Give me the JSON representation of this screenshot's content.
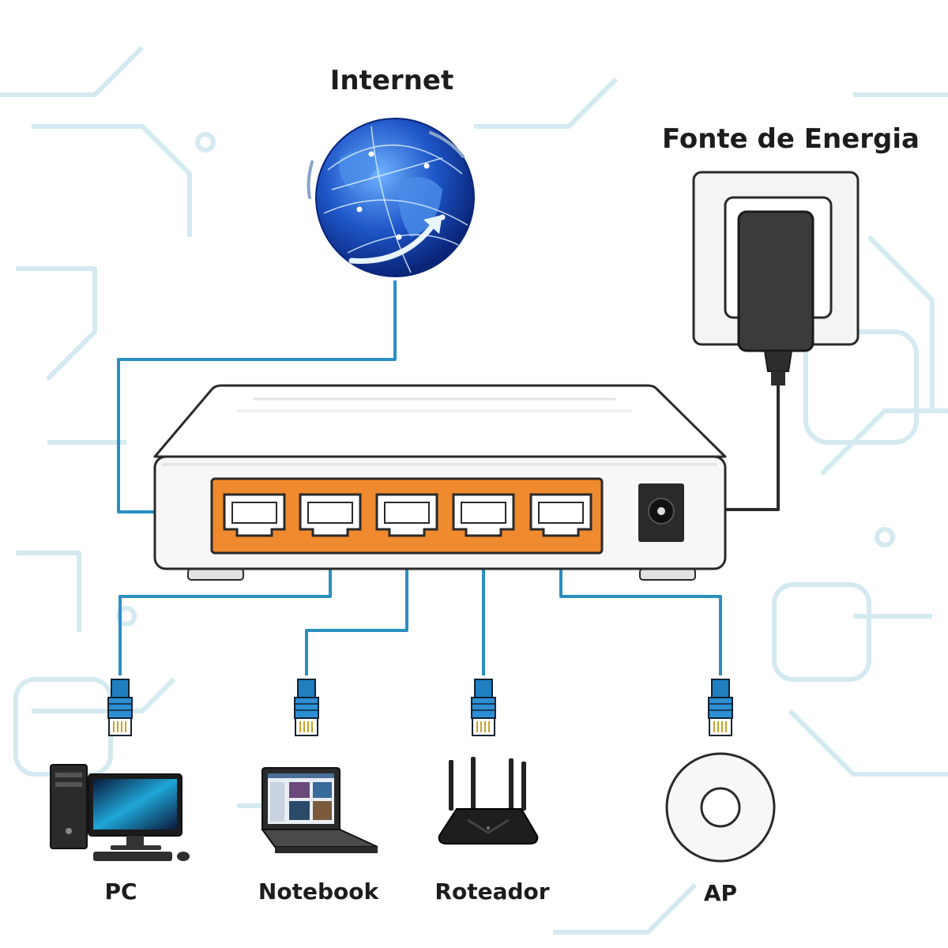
{
  "labels": {
    "internet": "Internet",
    "power_source": "Fonte de Energia",
    "pc": "PC",
    "notebook": "Notebook",
    "router": "Roteador",
    "ap": "AP"
  },
  "colors": {
    "cable": "#2a8fc0",
    "port_panel": "#f08a2e",
    "connector": "#2c8fd4",
    "switch_body": "#f7f7f7",
    "outline": "#2a2a2a",
    "background_pattern": "#d4eaf0"
  },
  "switch": {
    "lan_ports": 5
  }
}
